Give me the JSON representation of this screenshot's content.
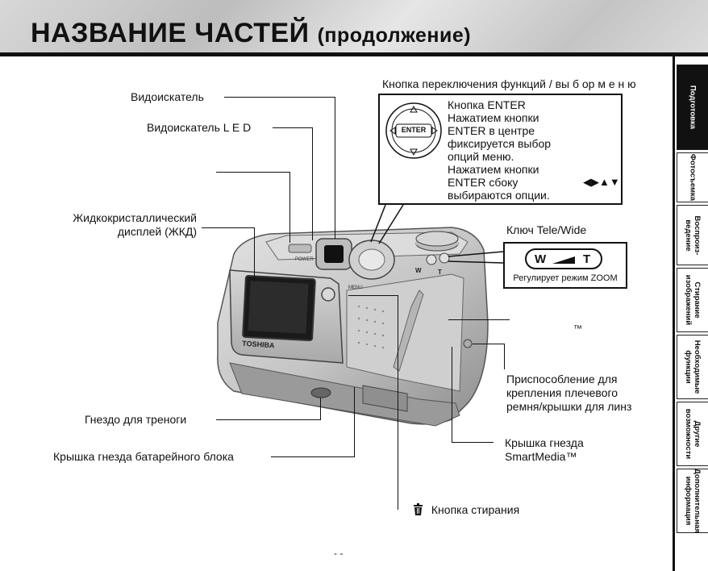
{
  "page": {
    "title": "НАЗВАНИЕ ЧАСТЕЙ",
    "subtitle": "(продолжение)"
  },
  "tabs": [
    {
      "label": "Подготовка",
      "active": true
    },
    {
      "label": "Фотосъемка",
      "active": false
    },
    {
      "label": "Воспроиз-\nведение",
      "active": false
    },
    {
      "label": "Стирание\nизображений",
      "active": false
    },
    {
      "label": "Необходимые\nфункции",
      "active": false
    },
    {
      "label": "Другие\nвозможности",
      "active": false
    },
    {
      "label": "Дополнительная\nинформация",
      "active": false
    }
  ],
  "labels": {
    "viewfinder": "Видоискатель",
    "viewfinder_led": "Видоискатель L E D",
    "lcd_line1": "Жидкокристаллический",
    "lcd_line2": "дисплей (ЖКД)",
    "tripod": "Гнездо для треноги",
    "battery_cover": "Крышка гнезда батарейного блока",
    "function_switch": "Кнопка переключения функций / вы б ор  м е н ю",
    "tele_wide": "Ключ Tele/Wide",
    "tm": "™",
    "strap_line1": "Приспособление для",
    "strap_line2": "крепления плечевого",
    "strap_line3": "ремня/крышки  для линз",
    "smartmedia_line1": "Крышка гнезда",
    "smartmedia_line2": "SmartMedia™",
    "delete_button": "Кнопка  стирания",
    "footer_dashes": "-       -"
  },
  "enter_callout": {
    "button_text": "ENTER",
    "lines": [
      "Кнопка ENTER",
      "Нажатием кнопки",
      "ENTER в центре",
      "фиксируется выбор",
      "опций меню.",
      "Нажатием кнопки",
      "ENTER сбоку",
      "выбираются опции."
    ],
    "arrows": "◀▶▲▼"
  },
  "zoom_callout": {
    "w": "W",
    "t": "T",
    "caption": "Регулирует режим ZOOM"
  },
  "camera": {
    "brand": "TOSHIBA",
    "power_label": "POWER",
    "menu_label": "MENU",
    "w_label": "W",
    "t_label": "T"
  }
}
